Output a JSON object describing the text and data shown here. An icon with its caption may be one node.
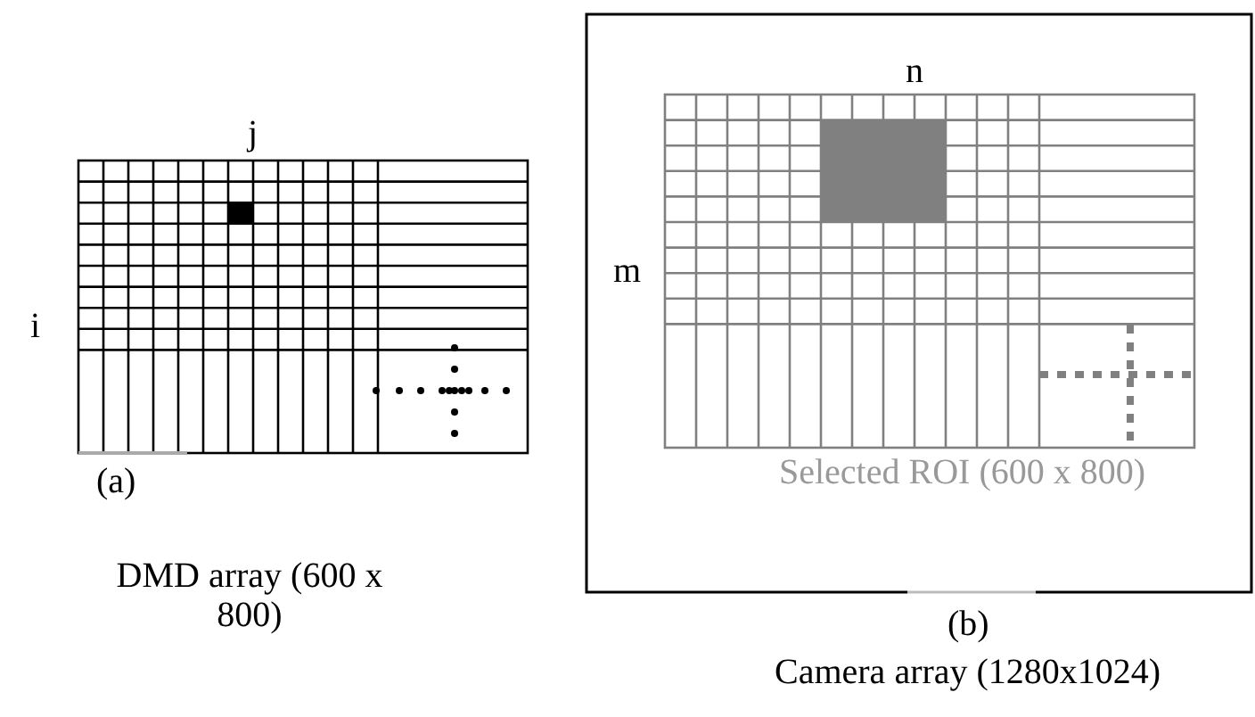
{
  "diagram": {
    "labels": [
      "j",
      "i",
      "(a)",
      "DMD array (600 x 800)",
      "n",
      "m",
      "Selected ROI (600 x 800)",
      "(b)",
      "Camera array (1280x1024)"
    ]
  }
}
